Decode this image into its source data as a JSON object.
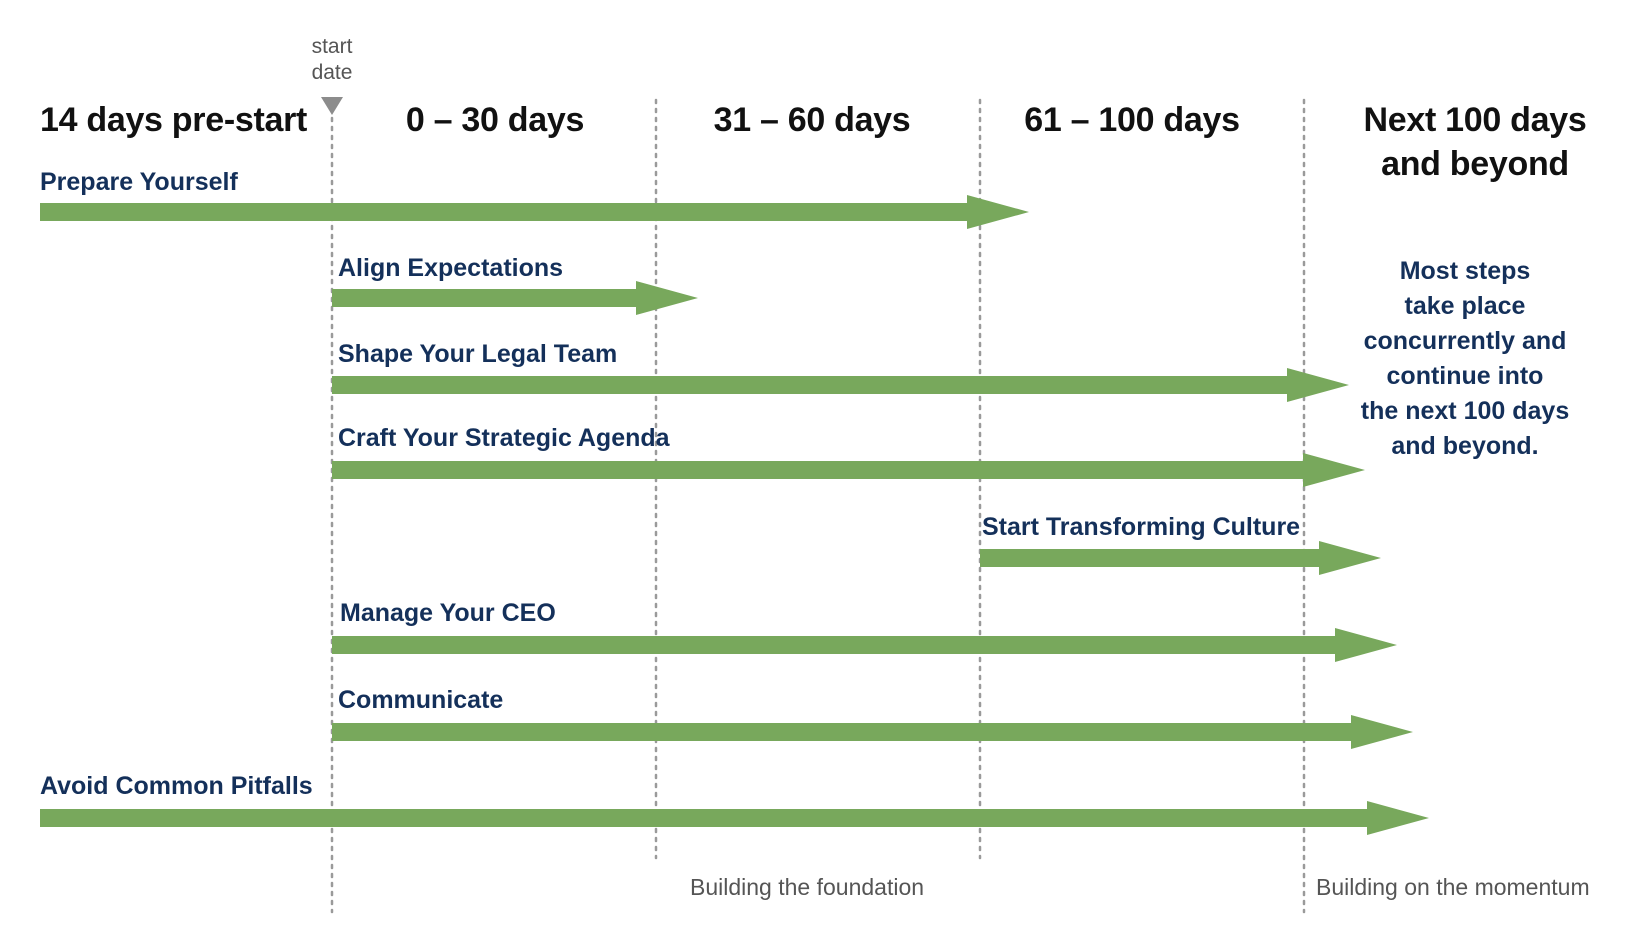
{
  "colors": {
    "arrow": "#78a85c",
    "label": "#14305a",
    "divider": "#9a9a9a",
    "marker": "#8c8c8c"
  },
  "start_marker": {
    "label_line1": "start",
    "label_line2": "date"
  },
  "phases": [
    {
      "title": "14 days pre-start"
    },
    {
      "title": "0 – 30 days"
    },
    {
      "title": "31 – 60 days"
    },
    {
      "title": "61 – 100 days"
    },
    {
      "title_line1": "Next 100 days",
      "title_line2": "and beyond"
    }
  ],
  "tracks": [
    {
      "label": "Prepare Yourself"
    },
    {
      "label": "Align Expectations"
    },
    {
      "label": "Shape Your Legal Team"
    },
    {
      "label": "Craft Your Strategic Agenda"
    },
    {
      "label": "Start Transforming Culture"
    },
    {
      "label": "Manage Your CEO"
    },
    {
      "label": "Communicate"
    },
    {
      "label": "Avoid Common Pitfalls"
    }
  ],
  "note": {
    "lines": [
      "Most steps",
      "take place",
      "concurrently and",
      "continue into",
      "the next 100 days",
      "and beyond."
    ]
  },
  "footer": {
    "left": "Building the foundation",
    "right": "Building on the momentum"
  }
}
